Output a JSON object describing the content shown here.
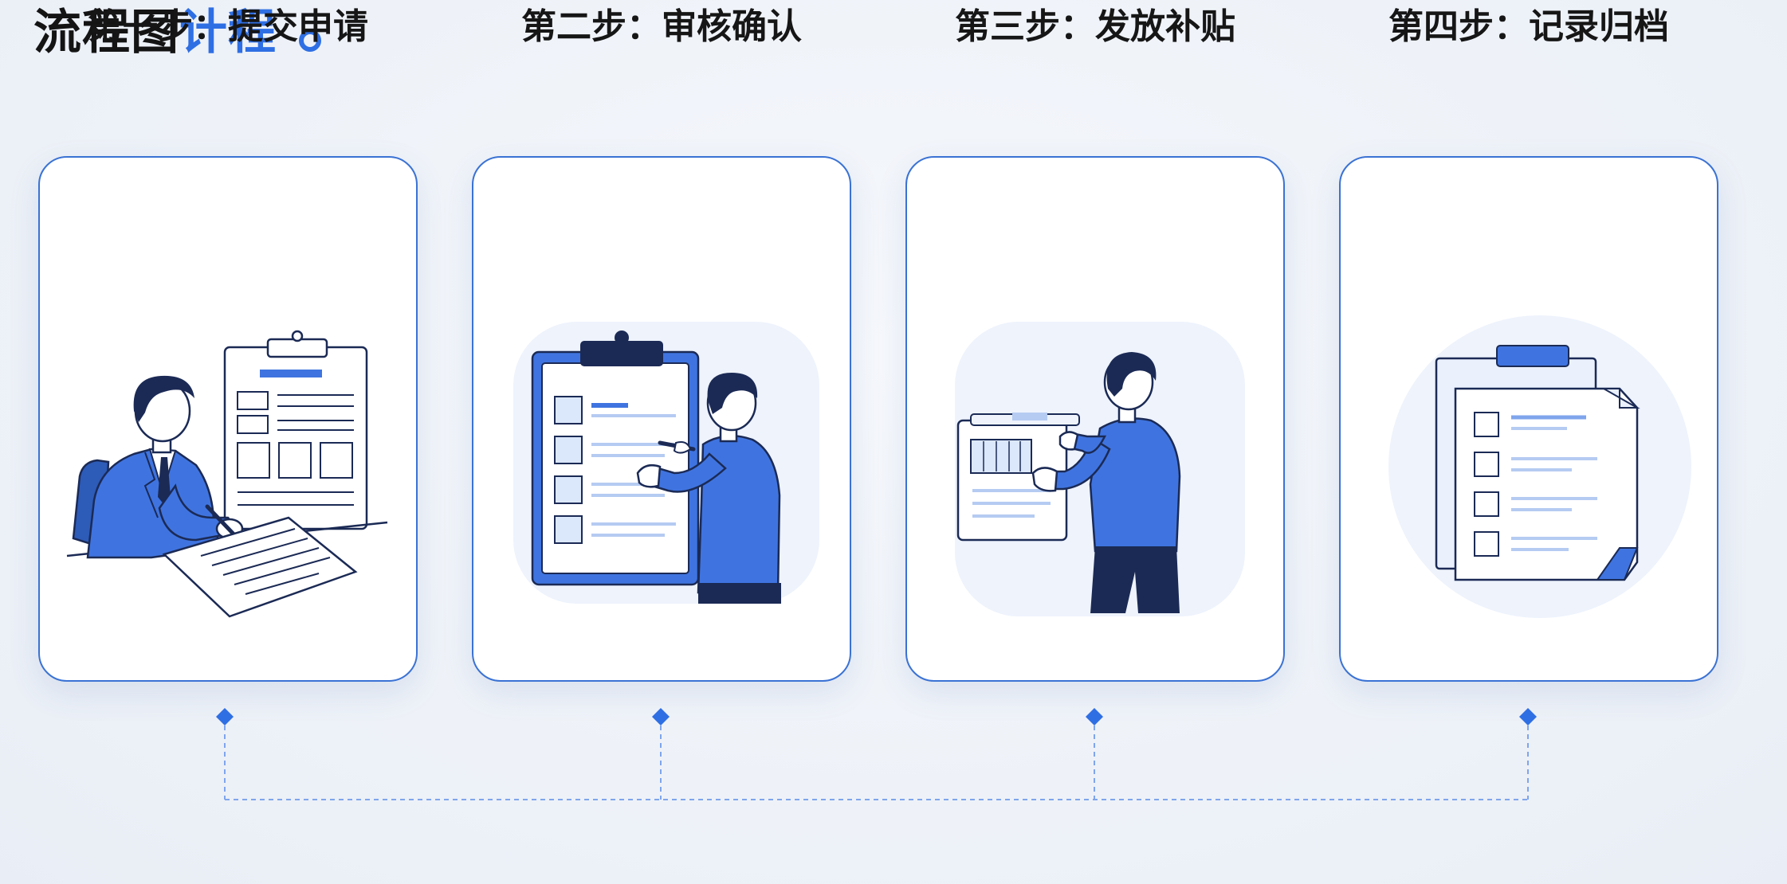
{
  "header": {
    "title_main": "流程图",
    "title_accent": "计程"
  },
  "steps": [
    {
      "title": "第一步：提交申请"
    },
    {
      "title": "第二步：审核确认"
    },
    {
      "title": "第三步：发放补贴"
    },
    {
      "title": "第四步：记录归档"
    }
  ],
  "colors": {
    "accent": "#2f6fe4",
    "card_border": "#3a72d4",
    "navy": "#1b2a55",
    "figure_blue": "#3f74e0",
    "light_blue": "#dbe7fb"
  }
}
